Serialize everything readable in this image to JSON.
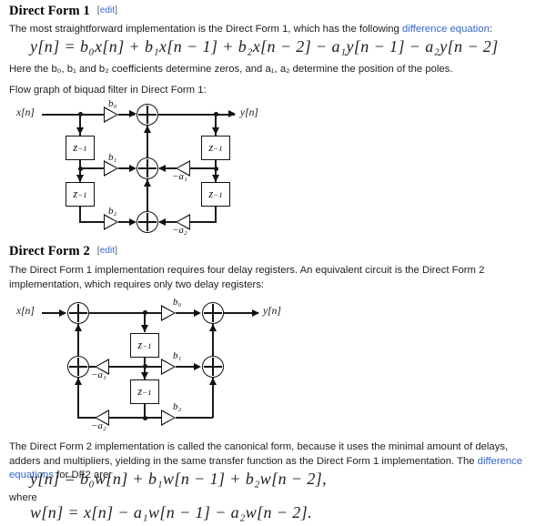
{
  "sections": [
    {
      "id": "df1",
      "heading": "Direct Form 1",
      "edit_label": "edit",
      "bracket_open": "[",
      "bracket_close": "]",
      "intro_before": "The most straightforward implementation is the Direct Form 1, which has the following ",
      "intro_link": "difference equation",
      "intro_after": ":",
      "equation": "y[n] = b₀x[n] + b₁x[n − 1] + b₂x[n − 2] − a₁y[n − 1] − a₂y[n − 2]",
      "note": "Here the b₀, b₁ and b₂ coefficients determine zeros, and a₁, a₂ determine the position of the poles.",
      "caption": "Flow graph of biquad filter in Direct Form 1:"
    },
    {
      "id": "df2",
      "heading": "Direct Form 2",
      "edit_label": "edit",
      "intro": "The Direct Form 1 implementation requires four delay registers. An equivalent circuit is the Direct Form 2 implementation, which requires only two delay registers:",
      "outro_before": "The Direct Form 2 implementation is called the canonical form, because it uses the minimal amount of delays, adders and multipliers, yielding in the same transfer function as the Direct Form 1 implementation. The ",
      "outro_link": "difference equations",
      "outro_after": " for DF2 are:",
      "equation_y": "y[n] = b₀w[n] + b₁w[n − 1] + b₂w[n − 2],",
      "where_label": "where",
      "equation_w": "w[n] = x[n] − a₁w[n − 1] − a₂w[n − 2]."
    }
  ],
  "diagrams": {
    "df1": {
      "name": "Direct Form 1 biquad flow graph",
      "input_label": "x[n]",
      "output_label": "y[n]",
      "delay_label": "z",
      "delay_exponent": "−1",
      "feedforward_gains": [
        "b₀",
        "b₁",
        "b₂"
      ],
      "feedback_gains": [
        "−a₁",
        "−a₂"
      ],
      "delay_count": 4,
      "adder_count": 3
    },
    "df2": {
      "name": "Direct Form 2 biquad flow graph",
      "input_label": "x[n]",
      "output_label": "y[n]",
      "delay_label": "z",
      "delay_exponent": "−1",
      "feedforward_gains": [
        "b₀",
        "b₁",
        "b₂"
      ],
      "feedback_gains": [
        "−a₁",
        "−a₂"
      ],
      "delay_count": 2,
      "adder_count": 4
    }
  },
  "colors": {
    "link": "#3366cc",
    "text": "#202122",
    "line": "#1a1a1a",
    "background": "#ffffff"
  }
}
